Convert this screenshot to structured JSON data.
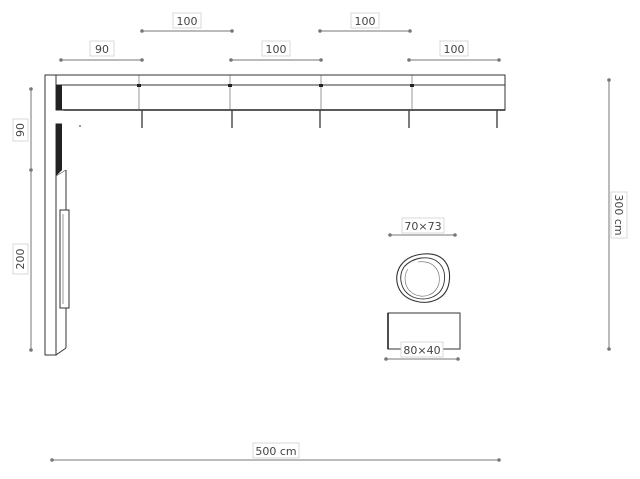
{
  "top_dimensions": {
    "row1": [
      "100",
      "100"
    ],
    "row2": [
      "90",
      "100",
      "100"
    ]
  },
  "left_dimensions": [
    "90",
    "200"
  ],
  "right_dimension": "300 cm",
  "bottom_dimension": "500 cm",
  "pouf_dimension": "70×73",
  "table_dimension": "80×40"
}
